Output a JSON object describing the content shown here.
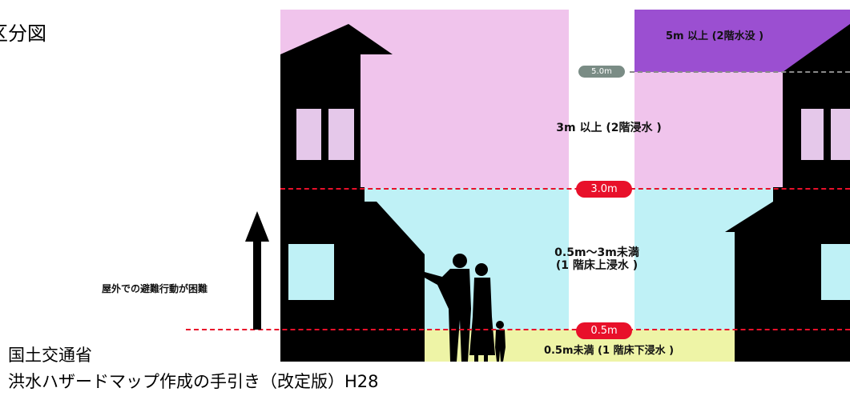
{
  "title": "区分図",
  "side_label": "屋外での避難行動が困難",
  "zones": {
    "above5": "5m 以上 (2階水没 )",
    "above3": "3m 以上 (2階浸水 )",
    "mid": "0.5m～3m未満\n(1 階床上浸水 )",
    "below05": "0.5m未満 (1 階床下浸水 )"
  },
  "markers": {
    "m50": "5.0m",
    "m30": "3.0m",
    "m05": "0.5m"
  },
  "colors": {
    "pink": "#f0c4ec",
    "purple": "#9b4fd1",
    "cyan": "#bff1f6",
    "yellow": "#eef4a6",
    "red": "#e8102a",
    "grey_pill": "#7a8c85"
  },
  "footer": {
    "line1": "国土交通省",
    "line2": "洪水ハザードマップ作成の手引き（改定版）H28"
  }
}
